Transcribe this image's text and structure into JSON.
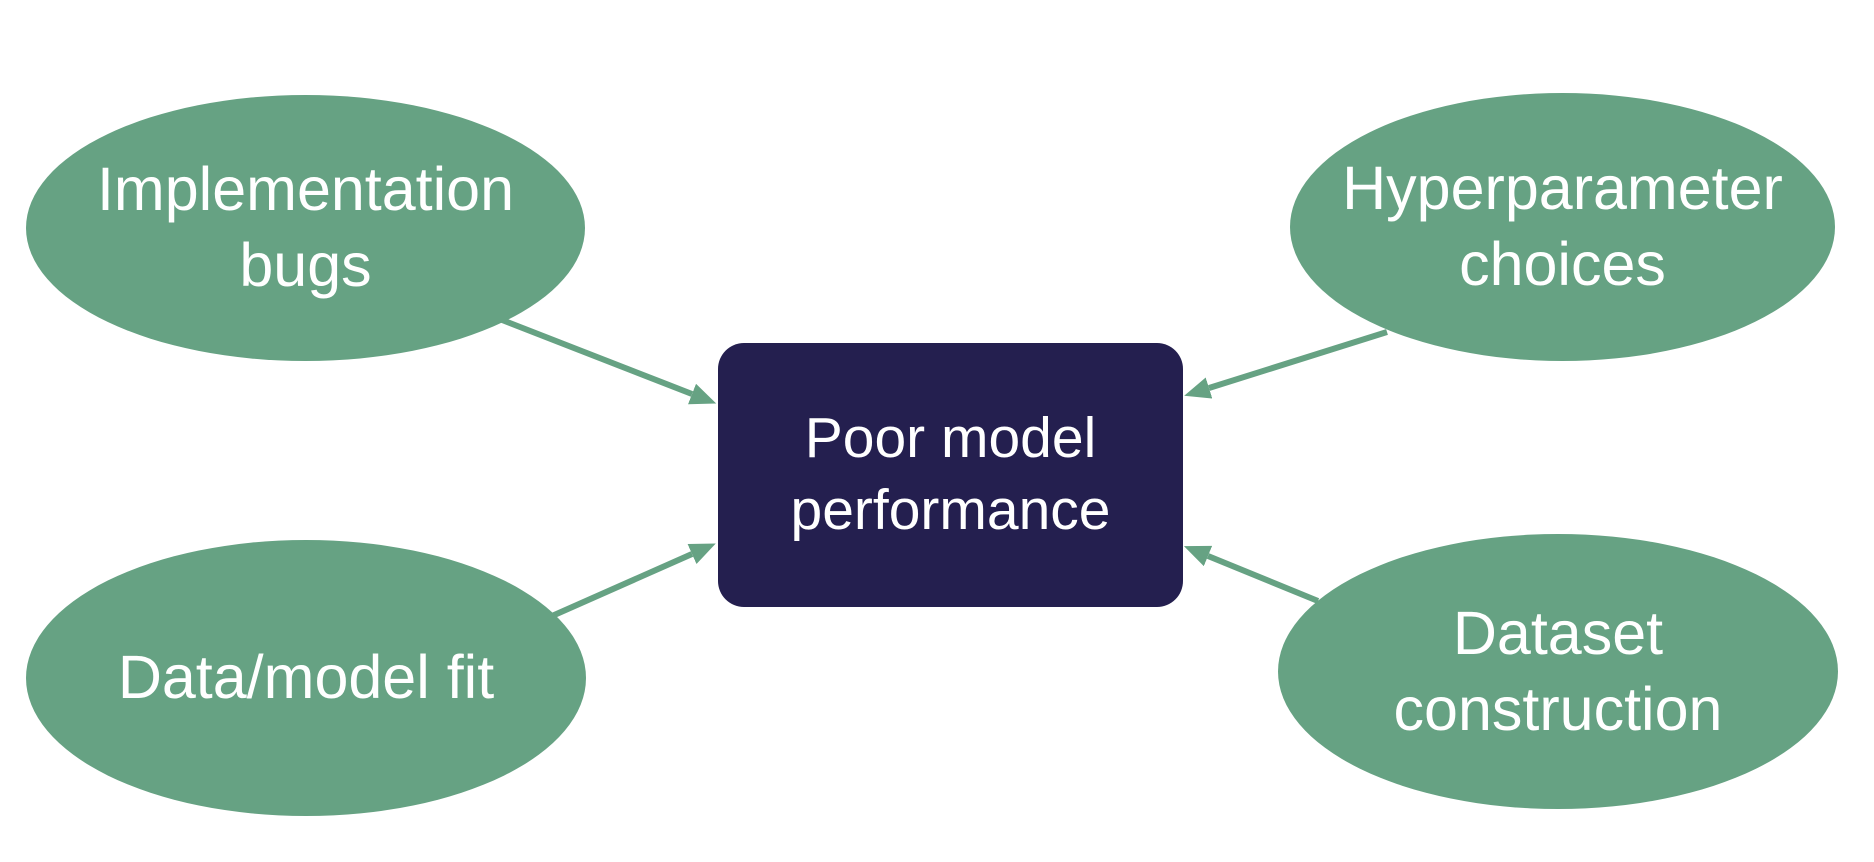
{
  "diagram": {
    "center_node": {
      "label": "Poor model\nperformance"
    },
    "source_nodes": [
      {
        "label": "Implementation\nbugs",
        "position": "top-left"
      },
      {
        "label": "Hyperparameter\nchoices",
        "position": "top-right"
      },
      {
        "label": "Data/model fit",
        "position": "bottom-left"
      },
      {
        "label": "Dataset\nconstruction",
        "position": "bottom-right"
      }
    ],
    "edges": [
      {
        "from": "Implementation bugs",
        "to": "Poor model performance"
      },
      {
        "from": "Hyperparameter choices",
        "to": "Poor model performance"
      },
      {
        "from": "Data/model fit",
        "to": "Poor model performance"
      },
      {
        "from": "Dataset construction",
        "to": "Poor model performance"
      }
    ],
    "colors": {
      "node_fill": "#66A283",
      "arrow": "#66A283",
      "center_fill": "#241F4F",
      "text": "#FFFFFF",
      "background": "#FFFFFF"
    }
  }
}
